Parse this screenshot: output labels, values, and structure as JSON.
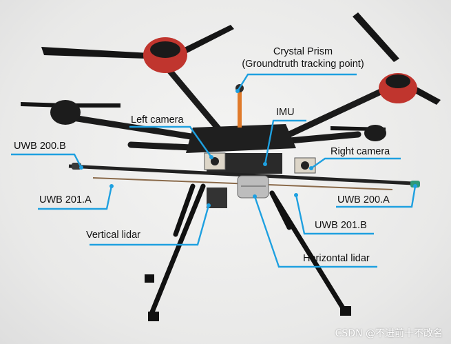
{
  "labels": {
    "crystal_prism_line1": "Crystal Prism",
    "crystal_prism_line2": "(Groundtruth tracking point)",
    "imu": "IMU",
    "left_camera": "Left camera",
    "uwb_200b": "UWB 200.B",
    "right_camera": "Right camera",
    "uwb_201a": "UWB 201.A",
    "uwb_200a": "UWB 200.A",
    "uwb_201b": "UWB 201.B",
    "vertical_lidar": "Vertical lidar",
    "horizontal_lidar": "Horizontal lidar"
  },
  "watermark": "CSDN @不进前十不改名",
  "colors": {
    "callout": "#1ea0e0",
    "motor_red": "#c0352e",
    "frame": "#1b1b1b"
  }
}
